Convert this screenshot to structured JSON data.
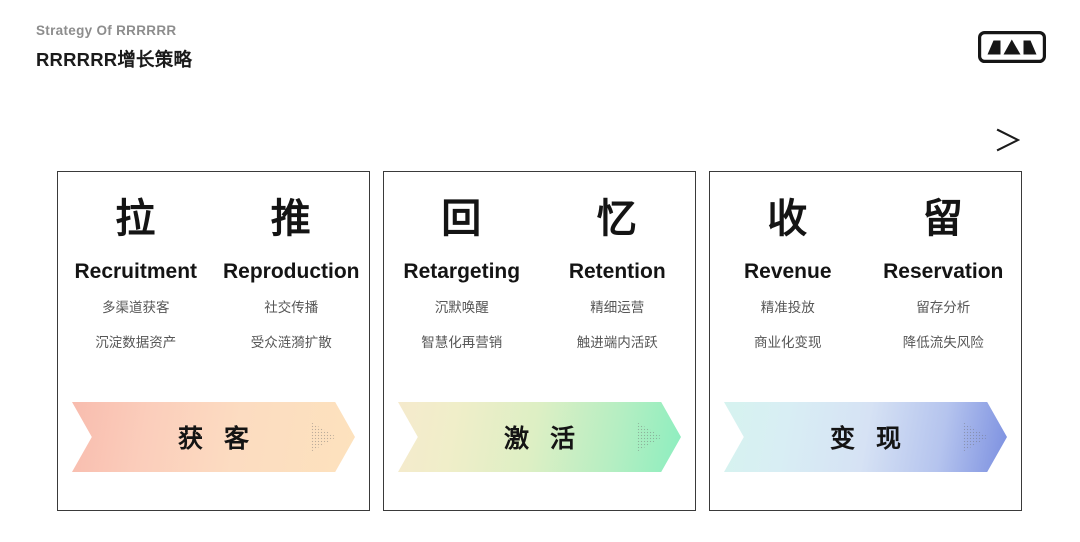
{
  "header": {
    "eyebrow": "Strategy Of RRRRRR",
    "title": "RRRRRR增长策略",
    "logo_name": "mountain-logo"
  },
  "flow": {
    "arrow_name": "timeline-arrow",
    "direction": "left-to-right"
  },
  "panels": [
    {
      "id": "acquisition",
      "columns": [
        {
          "glyph": "拉",
          "english": "Recruitment",
          "points": [
            "多渠道获客",
            "沉淀数据资产"
          ]
        },
        {
          "glyph": "推",
          "english": "Reproduction",
          "points": [
            "社交传播",
            "受众涟漪扩散"
          ]
        }
      ],
      "banner": {
        "label": "获 客",
        "gradient_from": "#f8bcae",
        "gradient_to": "#fde2bd"
      }
    },
    {
      "id": "activation",
      "columns": [
        {
          "glyph": "回",
          "english": "Retargeting",
          "points": [
            "沉默唤醒",
            "智慧化再营销"
          ]
        },
        {
          "glyph": "忆",
          "english": "Retention",
          "points": [
            "精细运营",
            "触进端内活跃"
          ]
        }
      ],
      "banner": {
        "label": "激 活",
        "gradient_from": "#f5eacd",
        "gradient_to": "#8ceebf"
      }
    },
    {
      "id": "monetization",
      "columns": [
        {
          "glyph": "收",
          "english": "Revenue",
          "points": [
            "精准投放",
            "商业化变现"
          ]
        },
        {
          "glyph": "留",
          "english": "Reservation",
          "points": [
            "留存分析",
            "降低流失风险"
          ]
        }
      ],
      "banner": {
        "label": "变 现",
        "gradient_from": "#d6f3ef",
        "gradient_to": "#7b8fe0"
      }
    }
  ]
}
